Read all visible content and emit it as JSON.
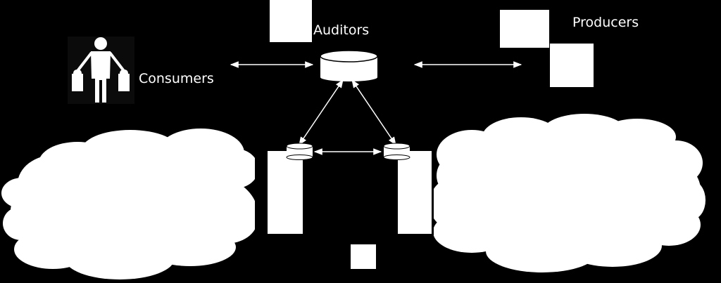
{
  "labels": {
    "auditors": "Auditors",
    "producers": "Producers",
    "consumers": "Consumers"
  },
  "icons": {
    "consumers": "person-carrying-bags-icon",
    "auditors": "database-icon",
    "producers": "document-stack-icon",
    "small_db": "database-icon"
  },
  "colors": {
    "background": "#000000",
    "foreground": "#ffffff"
  }
}
